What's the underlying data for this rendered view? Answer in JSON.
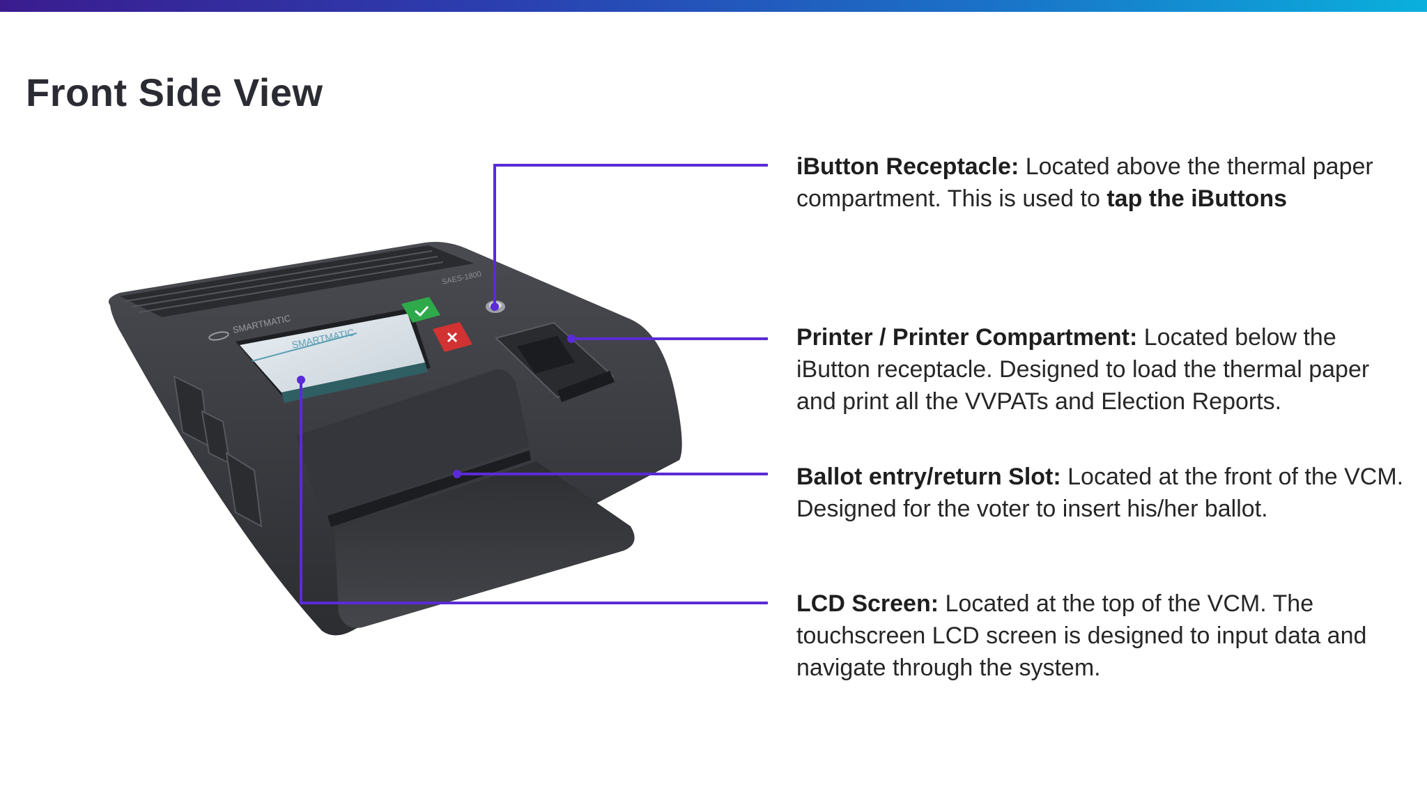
{
  "slide": {
    "title": "Front Side View"
  },
  "device": {
    "brand_label": "SMARTMATIC",
    "screen_label": "SMARTMATIC",
    "model_label": "SAES-1800"
  },
  "callouts": [
    {
      "heading": "iButton Receptacle:",
      "text": " Located above the thermal paper compartment. This is used to ",
      "emphasis": "tap the iButtons"
    },
    {
      "heading": "Printer / Printer Compartment:",
      "text": " Located below the iButton receptacle. Designed to load the thermal paper and print all the VVPATs and Election Reports."
    },
    {
      "heading": "Ballot entry/return Slot:",
      "text": " Located at the front of the VCM. Designed for the voter to insert his/her ballot."
    },
    {
      "heading": "LCD Screen:",
      "text": " Located at the top of the VCM. The touchscreen LCD screen is designed to input data and navigate through the system."
    }
  ],
  "colors": {
    "accent_line": "#5a2bd6",
    "device_body": "#3c3d42",
    "title": "#2b2b33"
  }
}
